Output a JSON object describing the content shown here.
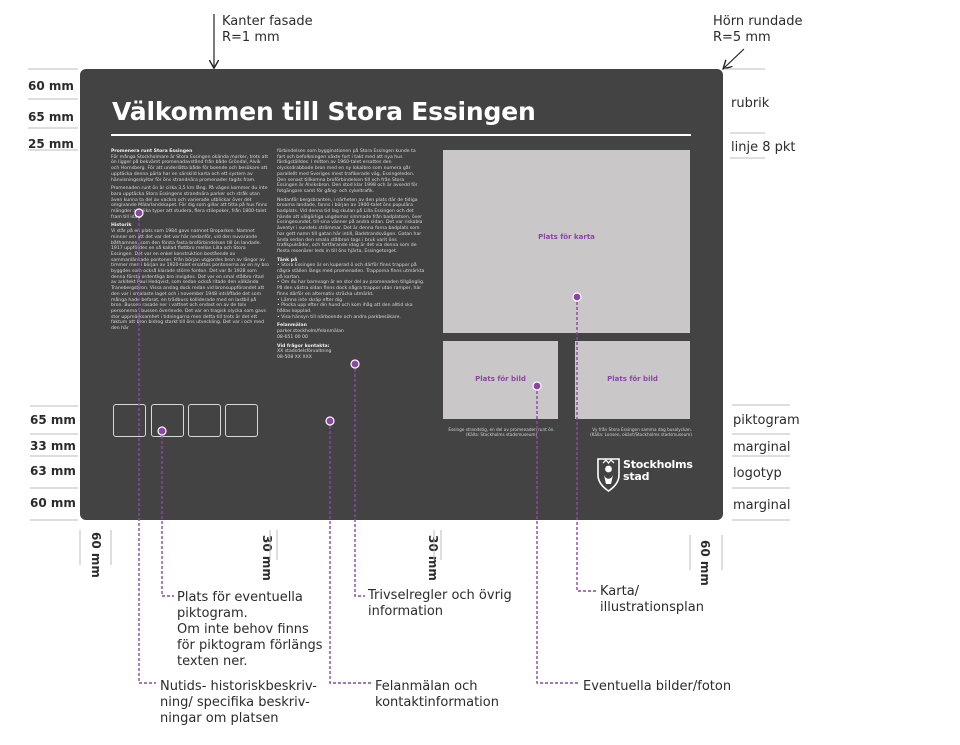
{
  "top_annotations": {
    "left_line1": "Kanter fasade",
    "left_line2": "R=1 mm",
    "right_line1": "Hörn rundade",
    "right_line2": "R=5 mm"
  },
  "sign": {
    "title": "Välkommen till Stora Essingen",
    "col1": {
      "h1": "Promenera runt Stora Essingen",
      "p1": "För många Stockholmare är Stora Essingen okända marker, trots att ön ligger på bekvämt promenadavstånd från både Gröndal, Alvik och Hornsberg. För att underlätta både för boende och besökare att upptäcka denna pärla har en särskild karta och ett system av hänvisningsskyltar för öns strandnära promenader tagits fram.",
      "p2": "Promenaden runt ön är cirka 3,5 km lång. På vägen kommer du inte bara upptäcka Stora Essingens strandnära parker och stråk utan även kunna ta del av vackra och varierade utblickar över det omgivande Mälarlandskapet. För dig som gillar att titta på hus finns mängder av olika typer att studera, flera stilepoker, från 1800-talet fram till idag.",
      "h2": "Historik",
      "p3": "Vi står på en plats som 1984 gavs namnet Broparken. Namnet minner om att det var det var här nedanför, vid den nuvarande båthamnen, som den första fasta broförbindelsen till ön landade. 1917 uppfördes en så kallad flottbro mellan Lilla och Stora Essingen. Det var en enkel konstruktion bestående av sammanlänkade pontoner. Från början utgjordes bron av längor av timmer men i början av 1920-talet ersattes pontonerna av en ny bro byggdes som också klarade större fordon. Det var år 1928 som denna första ordentliga bro invigdes. Det var en smal stålbro ritad av arkitekt Paul Hedqvist, som sedan också ritade den välkända Tranebergsbron. Vissa anslag dock redan vid bronsuppförandet att den var i smalaste laget och i november 1948 inträffade det som många hade befarat, en trädbuss kolliderade med en lastbil på bron. Bussen rasade ner i vattnet och endast en av de tolv personerna i bussen överlevde. Det var en tragisk olycka som gavs stor uppmärksamhet i tidningarna men detta till trots är det ett faktum att bron bidrog starkt till öns utveckling. Det var i och med den här"
    },
    "col2": {
      "p1": "förbindelsen som bygginationen på Stora Essingen kunde ta fart och befolkningen växte fort i takt med att nya hus färdigställdes. I mitten av 1960-talet ersattes den olycksdrabbade bron med en ny lokalbro som numera går parallellt med Sveriges mest trafikerade väg, Essingeleden. Den senast tillkomna broförbindelsen till och från Stora Essingen är Alviksbron. Den stod klar 1998 och är avsedd för fotgängare samt för gång- och cykeltrafik.",
      "p2": "Nedanför bergsbranten, i närheten av den plats där de tidiga broarna landade, fanns i början av 1900-talet öns populära badplats. Vid denna tid lag skulan på Lilla Essingen och det hände att välgörliga ungdomar simmade från badplatsen, över Essingesundet, till sina vänner på andra sidan. Det var riskabla äventyr i sundets strömmar. Det är denna forna badplats som har gett namn till gatan här intill, Badstrandsvägen. Gatan har ända sedan den smala stålbron togs i bruk varit öns trafikpulsåder, och fortfarande idag är det via denna som de flesta resenärer leds in till öns hjärta, Essingetorget.",
      "h_tank": "Tänk på",
      "b1": "• Stora Essingen är en kuperad ö och därför finns trappor på några ställen längs med promenaden. Trapporna finns utmärkta på kartan.",
      "b2": "• Om du har barnvagn är en stor del av promenaden tillgänglig. På den västra sidan finns dock några trappor utan ramper, här finns därför en alternativ sträcka utmärkt.",
      "b3": "• Lämna inte skräp efter dig.",
      "b4": "• Plocka upp efter din hund och kom ihåg att den alltid ska hållas kopplad.",
      "b5": "• Visa hänsyn till närboende och andra parkbesökare.",
      "h_fel": "Felanmälan",
      "fel1": "parker.stockholm/felanmälan",
      "fel2": "08-651 00 00",
      "h_kontakt": "Vid frågor kontakta:",
      "kontakt1": "XX stadsdelsförvaltning",
      "kontakt2": "08-508 XX XXX"
    },
    "map_label": "Plats för karta",
    "image_left_label": "Plats för bild",
    "image_right_label": "Plats för bild",
    "caption_left_1": "Essinge strandstig, en del av promenaden runt ön.",
    "caption_left_2": "(Källa: Stockholms stadsmuseum)",
    "caption_right_1": "Vy från Stora Essingen samma dag busolyckan.",
    "caption_right_2": "(Källa: Lonsen, okänt/Stockholms stadsmuseum)",
    "logo_line1": "Stockholms",
    "logo_line2": "stad"
  },
  "left_dimensions": [
    {
      "value": "60 mm"
    },
    {
      "value": "65 mm"
    },
    {
      "value": "25 mm"
    },
    {
      "value": "65 mm"
    },
    {
      "value": "33 mm"
    },
    {
      "value": "63 mm"
    },
    {
      "value": "60 mm"
    }
  ],
  "right_labels": {
    "rubrik": "rubrik",
    "linje": "linje 8 pkt",
    "piktogram": "piktogram",
    "marginal1": "marginal",
    "logotyp": "logotyp",
    "marginal2": "marginal"
  },
  "bottom_dimensions": {
    "d1": "60 mm",
    "d2": "30 mm",
    "d3": "30 mm",
    "d4": "60 mm"
  },
  "callouts": {
    "piktogram_1": "Plats för eventuella",
    "piktogram_2": "piktogram.",
    "piktogram_3": "Om inte behov finns",
    "piktogram_4": "för piktogram förlängs",
    "piktogram_5": "texten ner.",
    "historik_1": "Nutids- historiskbeskriv-",
    "historik_2": "ning/ specifika beskriv-",
    "historik_3": "ningar om platsen",
    "trivsel_1": "Trivselregler och övrig",
    "trivsel_2": "information",
    "felanmalan_1": "Felanmälan och",
    "felanmalan_2": "kontaktinformation",
    "karta_1": "Karta/",
    "karta_2": "illustrationsplan",
    "bilder": "Eventuella bilder/foton"
  },
  "colors": {
    "sign_bg": "#434343",
    "placeholder": "#c9c7c8",
    "accent_purple": "#8e44a9",
    "guide_gray": "#9a9a9a"
  }
}
